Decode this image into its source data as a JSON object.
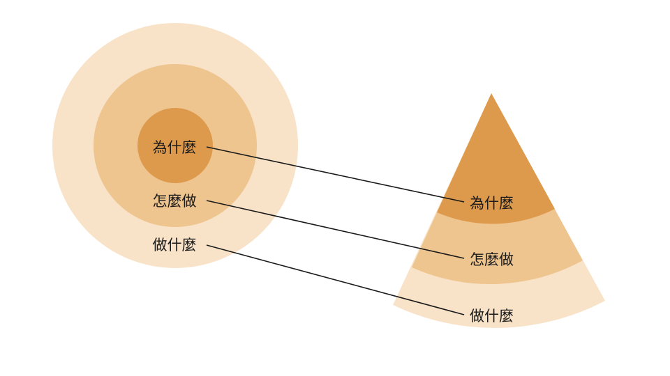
{
  "colors": {
    "outer": "#F8E3C8",
    "middle": "#EEC48F",
    "inner": "#DE9A4C",
    "line": "#1a1a1a"
  },
  "circle_labels": {
    "inner": "為什麼",
    "middle": "怎麼做",
    "outer": "做什麼"
  },
  "cone_labels": {
    "top": "為什麼",
    "middle": "怎麼做",
    "bottom": "做什麼"
  }
}
